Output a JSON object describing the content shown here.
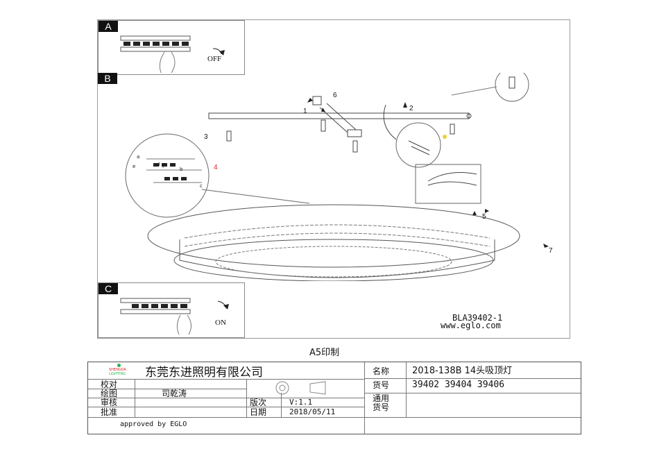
{
  "panels": {
    "a": {
      "tag": "A",
      "switch_label": "OFF"
    },
    "b": {
      "tag": "B"
    },
    "c": {
      "tag": "C",
      "switch_label": "ON"
    }
  },
  "steps": [
    "1",
    "2",
    "3",
    "4",
    "5",
    "6",
    "7"
  ],
  "detail_letters": [
    "a",
    "b",
    "c",
    "d",
    "e",
    "f"
  ],
  "sheet": {
    "code": "BLA39402-1",
    "website": "www.eglo.com"
  },
  "print_note": "A5印制",
  "title_block": {
    "company": "东莞东进照明有限公司",
    "logo_text_1": "SHENGDA",
    "logo_text_2": "LIGHTING",
    "rows": {
      "check": "校对",
      "draw": "绘图",
      "drawer_name": "司乾涛",
      "review": "审核",
      "approve": "批准",
      "version_label": "版次",
      "version_value": "V:1.1",
      "date_label": "日期",
      "date_value": "2018/05/11",
      "approved_by": "approved by EGLO"
    },
    "name_label": "名称",
    "name_value": "2018-138B 14头吸顶灯",
    "item_label": "货号",
    "item_value": "39402 39404 39406",
    "general_item_label_1": "通用",
    "general_item_label_2": "货号"
  },
  "colors": {
    "logo_green": "#2bb34a",
    "logo_red": "#d22",
    "step4_red": "#d22",
    "yellow_marker": "#e6d23a"
  }
}
